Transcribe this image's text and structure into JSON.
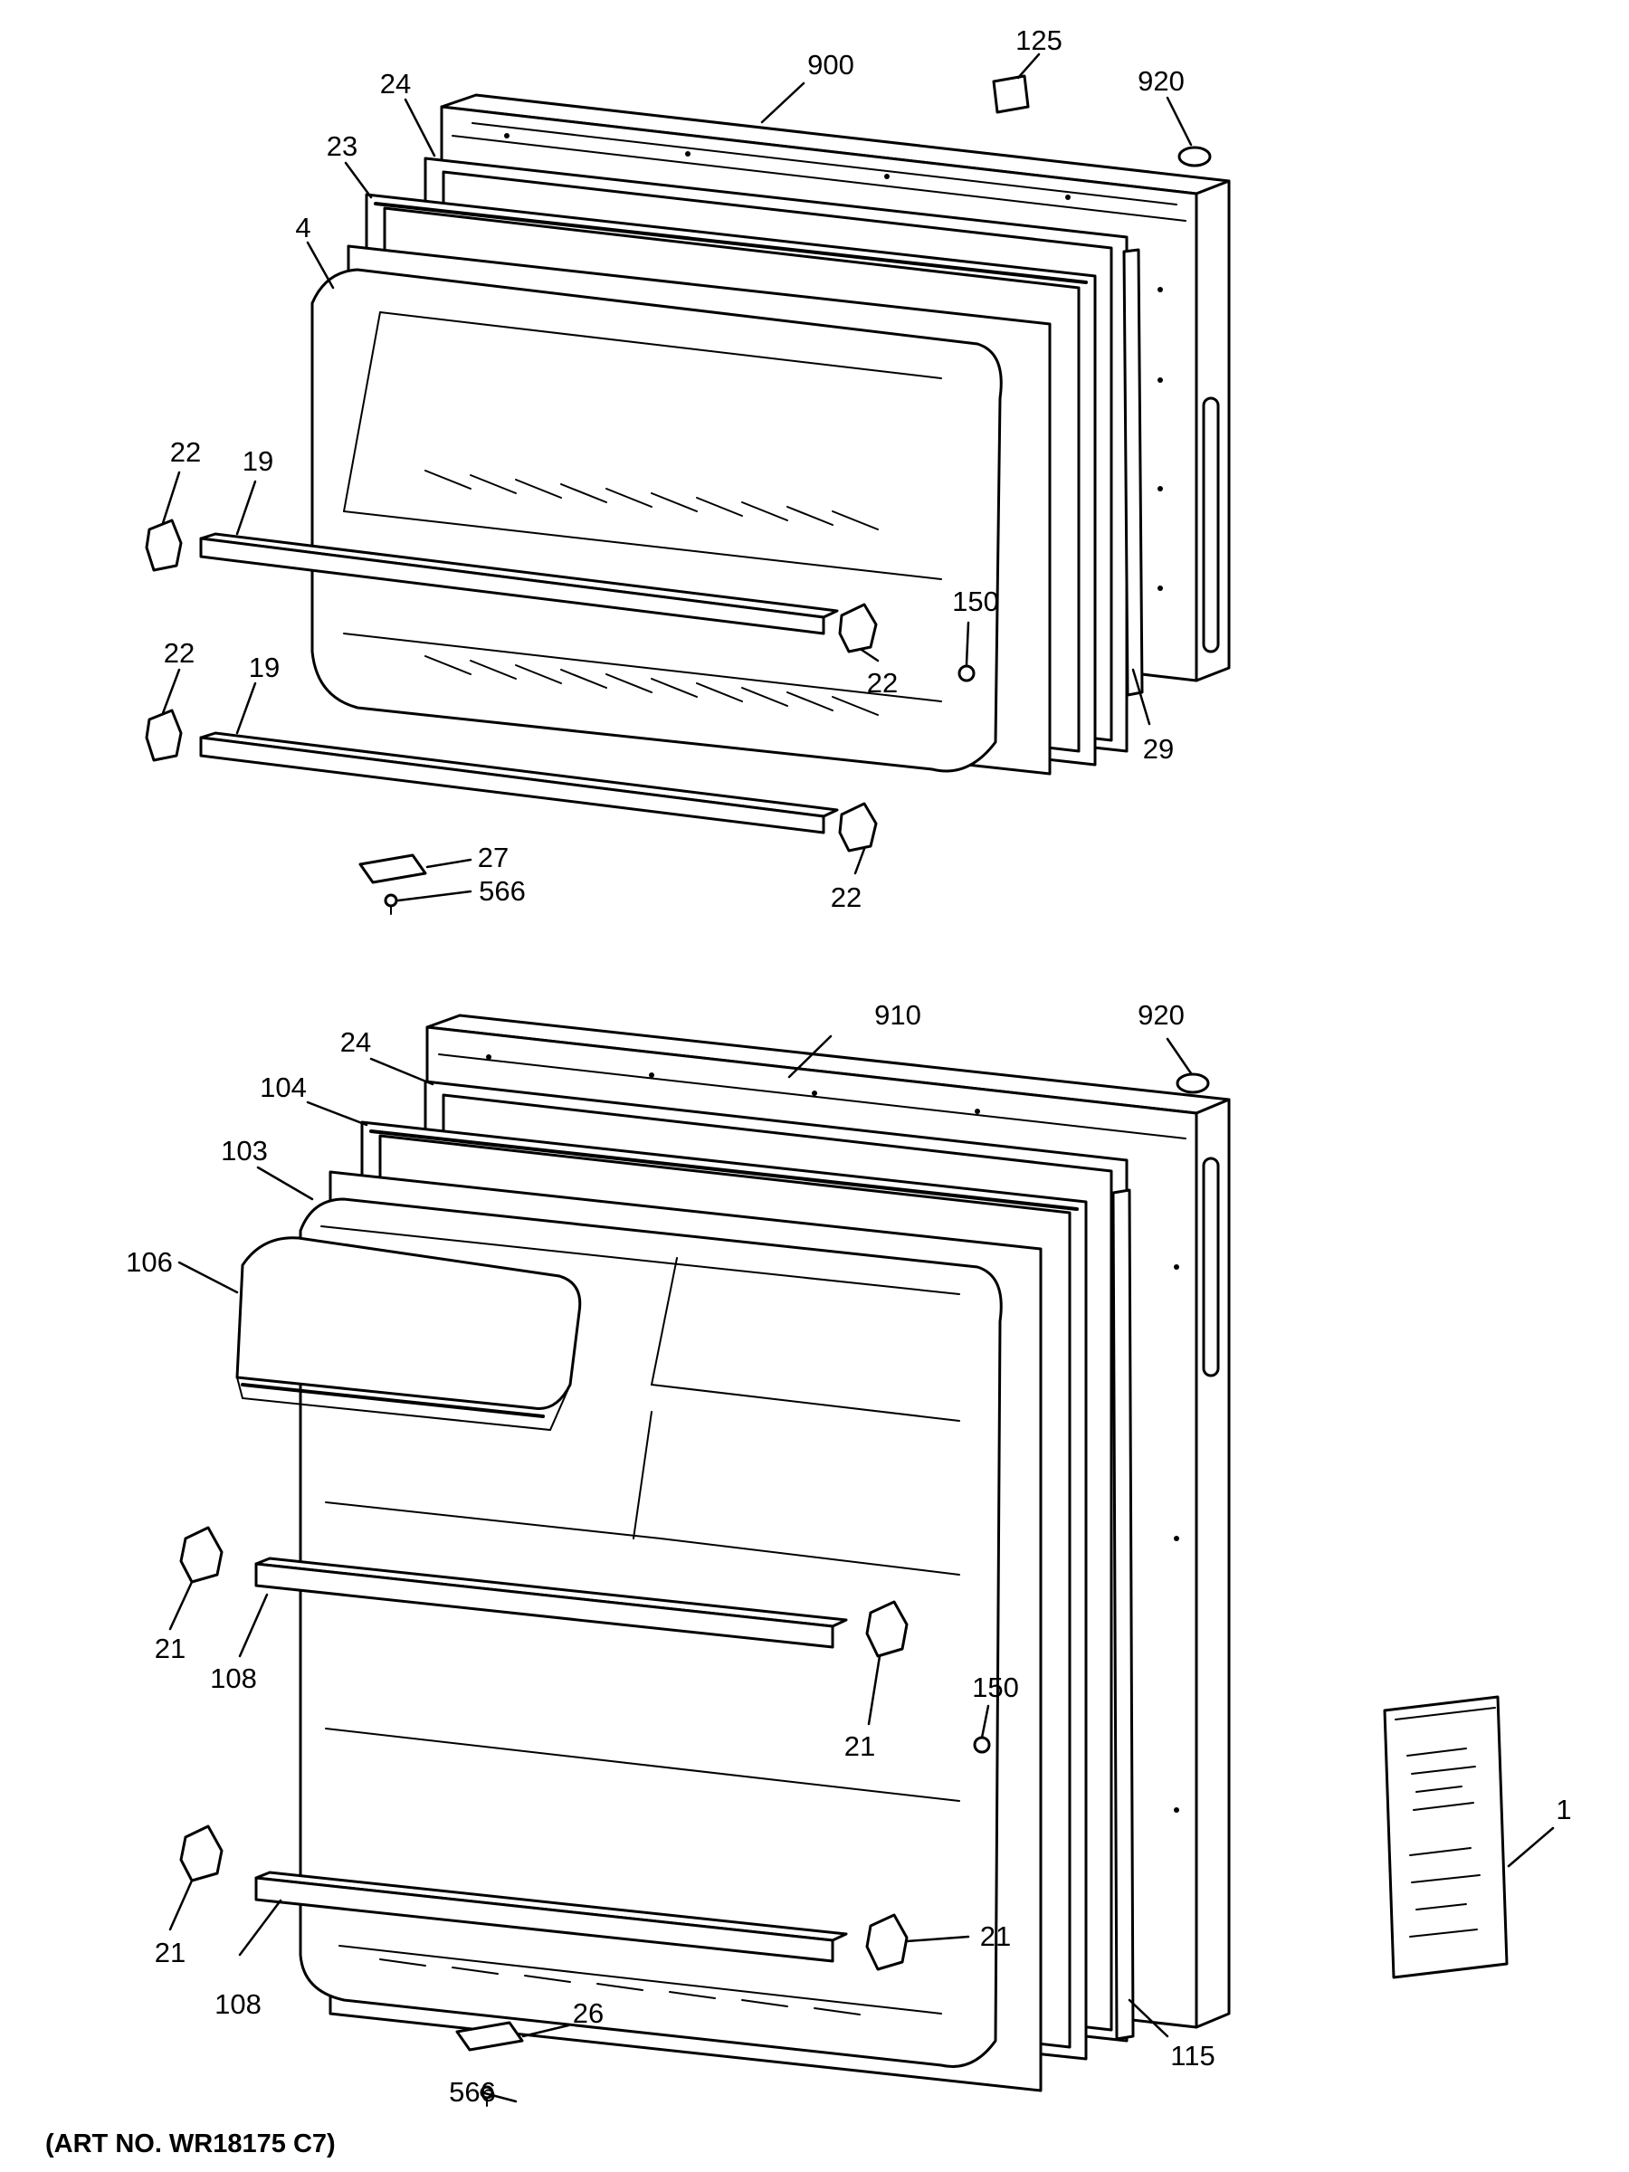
{
  "diagram_title": "(ART NO. WR18175 C7)",
  "freezer_door_callouts": {
    "outer_panel": "900",
    "label_125": "125",
    "plug_top": "920",
    "gasket_24": "24",
    "gasket_23": "23",
    "liner_4": "4",
    "cap_left_upper": "22",
    "rail_upper": "19",
    "cap_left_lower": "22",
    "rail_lower": "19",
    "cap_right_upper": "22",
    "cap_right_lower": "22",
    "screw_150": "150",
    "strip_29": "29",
    "hinge_27": "27",
    "screw_566": "566"
  },
  "fresh_food_door_callouts": {
    "outer_panel": "910",
    "plug_top": "920",
    "gasket_24": "24",
    "gasket_104": "104",
    "liner_103": "103",
    "dairy_door_106": "106",
    "cap_left_upper": "21",
    "rail_upper": "108",
    "cap_right_upper": "21",
    "screw_150": "150",
    "cap_left_lower": "21",
    "rail_lower": "108",
    "cap_right_lower": "21",
    "strip_115": "115",
    "hinge_26": "26",
    "screw_566": "566",
    "manual_1": "1"
  },
  "colors": {
    "ink": "#000000",
    "paper": "#ffffff"
  }
}
